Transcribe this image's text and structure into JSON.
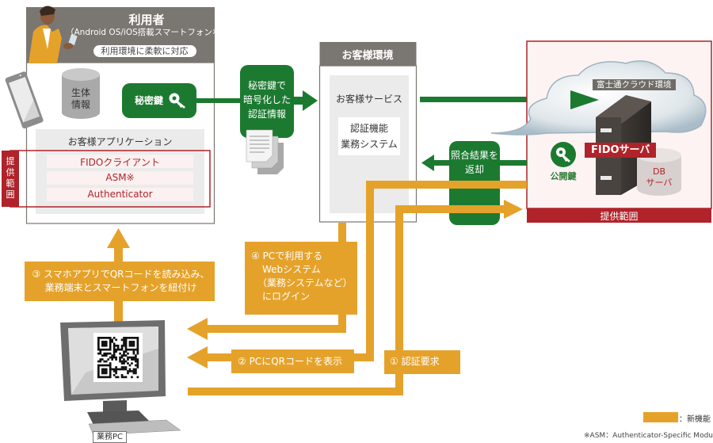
{
  "colors": {
    "orange": "#e5a22a",
    "green": "#1c7a30",
    "red": "#b0232a",
    "header_gray": "#7a7671",
    "panel_gray": "#ebebeb",
    "provision_bg": "#fdf3f2"
  },
  "user": {
    "title": "利用者",
    "subtitle": "（Android OS/iOS搭載スマートフォンなど）",
    "flexible_badge": "利用環境に柔軟に対応",
    "biometric_db": "生体\n情報",
    "private_key": "秘密鍵",
    "app_title": "お客様アプリケーション",
    "provided_items": [
      "FIDOクライアント",
      "ASM※",
      "Authenticator"
    ],
    "provision_side_label": "提供範囲"
  },
  "encrypted_info": {
    "label_lines": [
      "秘密鍵で",
      "暗号化した",
      "認証情報"
    ]
  },
  "customer_env": {
    "title": "お客様環境",
    "service": "お客様サービス",
    "system_lines": [
      "認証機能",
      "業務システム"
    ]
  },
  "result_return": {
    "label_lines": [
      "照合結果を",
      "返却"
    ]
  },
  "fujitsu": {
    "cloud_label": "富士通クラウド環境",
    "fido_server": "FIDOサーバ",
    "db_server_lines": [
      "DB",
      "サーバ"
    ],
    "public_key": "公開鍵",
    "provision_footer": "提供範囲"
  },
  "steps": [
    {
      "id": 1,
      "lines": [
        "① 認証要求"
      ]
    },
    {
      "id": 2,
      "lines": [
        "② PCにQRコードを表示"
      ]
    },
    {
      "id": 3,
      "lines": [
        "③ スマホアプリでQRコードを読み込み、",
        "業務端末とスマートフォンを紐付け"
      ]
    },
    {
      "id": 4,
      "lines": [
        "④ PCで利用する",
        "Webシステム",
        "（業務システムなど）",
        "にログイン"
      ]
    }
  ],
  "pc": {
    "label": "業務PC"
  },
  "legend": {
    "new_feature": "：新機能",
    "footnote": "※ASM：Authenticator-Specific Module"
  }
}
